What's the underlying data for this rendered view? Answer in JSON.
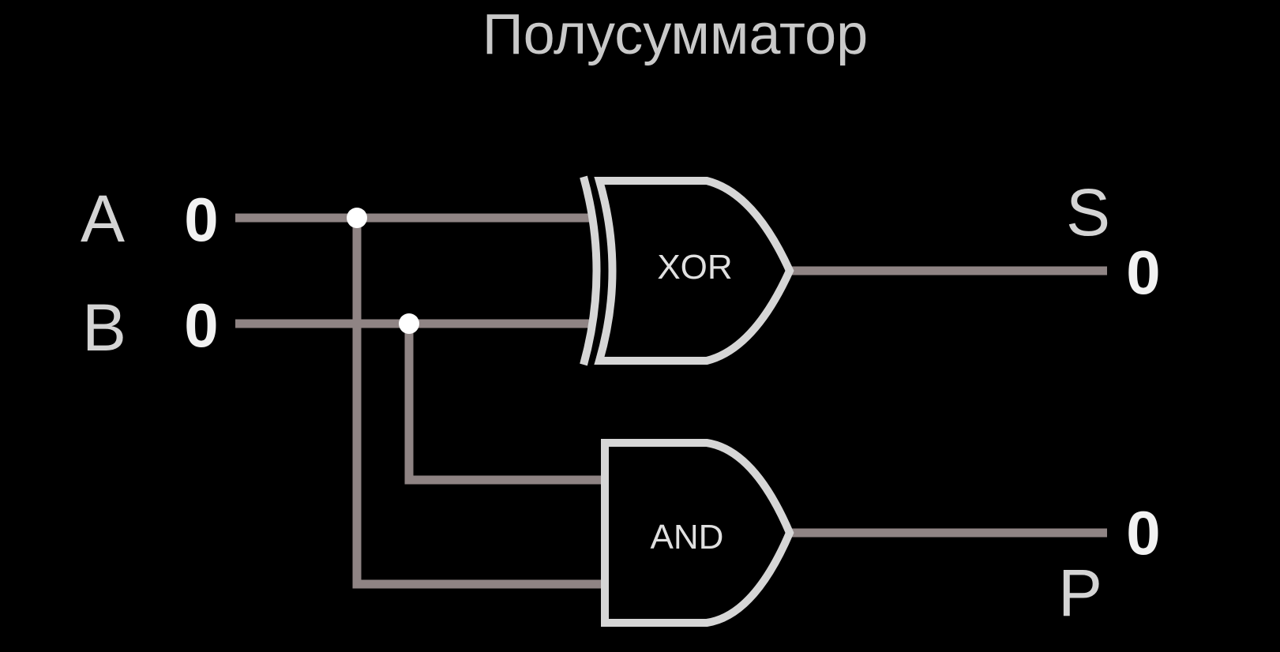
{
  "title": "Полусумматор",
  "inputs": [
    {
      "label": "A",
      "value": "0"
    },
    {
      "label": "B",
      "value": "0"
    }
  ],
  "gates": [
    {
      "type": "XOR",
      "label": "XOR"
    },
    {
      "type": "AND",
      "label": "AND"
    }
  ],
  "outputs": [
    {
      "label": "S",
      "value": "0"
    },
    {
      "label": "P",
      "value": "0"
    }
  ],
  "colors": {
    "background": "#000000",
    "wire": "#8f8484",
    "gate_outline": "#d6d6d6",
    "junction": "#ffffff",
    "text": "#d4d4d4"
  }
}
